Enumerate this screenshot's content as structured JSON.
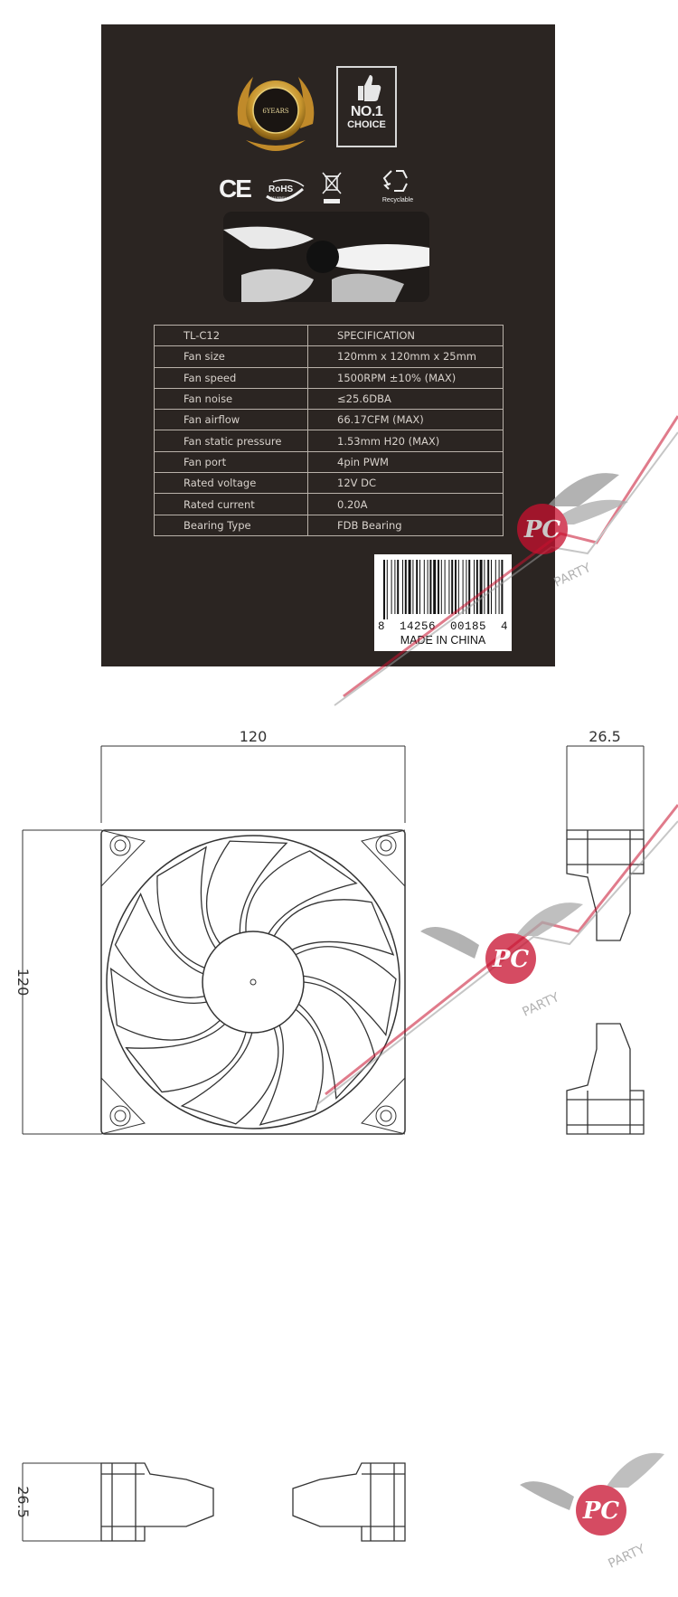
{
  "badges": {
    "seal_text": "6YEARS",
    "choice_big": "NO.1",
    "choice_small": "CHOICE",
    "ce": "CE",
    "rohs": "RoHS",
    "rohs_sub": "2011/65/EU",
    "recyclable": "Recyclable"
  },
  "spec": {
    "header": [
      "TL-C12",
      "SPECIFICATION"
    ],
    "rows": [
      [
        "Fan size",
        "120mm x 120mm x 25mm"
      ],
      [
        "Fan speed",
        "1500RPM ±10% (MAX)"
      ],
      [
        "Fan noise",
        "≤25.6DBA"
      ],
      [
        "Fan airflow",
        "66.17CFM (MAX)"
      ],
      [
        "Fan static pressure",
        "1.53mm H20  (MAX)"
      ],
      [
        "Fan port",
        "4pin PWM"
      ],
      [
        "Rated voltage",
        "12V DC"
      ],
      [
        "Rated current",
        "0.20A"
      ],
      [
        "Bearing Type",
        "FDB Bearing"
      ]
    ]
  },
  "barcode": {
    "digits": "8  14256  00185  4",
    "made_in": "MADE IN CHINA"
  },
  "dimensions": {
    "front_width": "120",
    "front_height": "120",
    "side_depth": "26.5",
    "bottom_depth": "26.5"
  },
  "watermark": {
    "logo": "PC",
    "text": "PARTY"
  },
  "colors": {
    "box": "#2b2522",
    "watermark_red": "#c8102e"
  }
}
